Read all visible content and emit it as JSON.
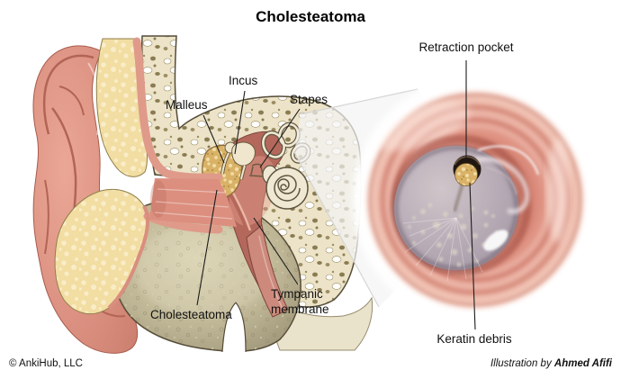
{
  "title": "Cholesteatoma",
  "anatomy_labels": {
    "malleus": "Malleus",
    "incus": "Incus",
    "stapes": "Stapes",
    "cholesteatoma": "Cholesteatoma",
    "tympanic_membrane": "Tympanic membrane",
    "retraction_pocket": "Retraction pocket",
    "keratin_debris": "Keratin debris"
  },
  "footer": {
    "copyright": "© AnkiHub, LLC",
    "credit_prefix": "Illustration by ",
    "credit_name": "Ahmed Afifi"
  },
  "palette": {
    "background": "#ffffff",
    "label_text": "#111111",
    "skin_pink": "#dd9283",
    "skin_deep": "#c4705f",
    "cartilage_yellow": "#f2dda2",
    "bone_cream": "#ece3c8",
    "bone_speckle": "#8a7c52",
    "bone_olive": "#b5ad8c",
    "middle_ear_rose": "#b4685c",
    "cholesteatoma_tan": "#d9b267",
    "keratin_gold": "#e3bc6d",
    "eardrum_gray": "#b3a9b4",
    "retraction_pocket_dark": "#201711",
    "leader_line": "#1c1c1c"
  }
}
